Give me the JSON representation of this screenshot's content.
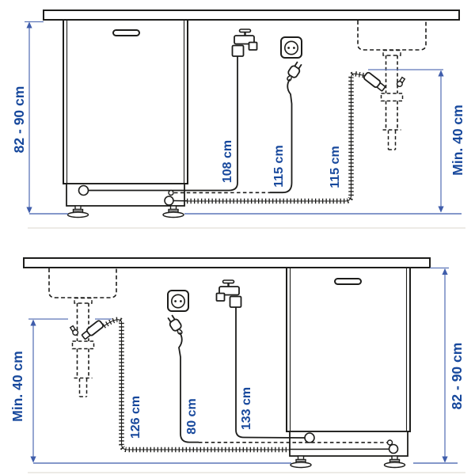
{
  "colors": {
    "line_art": "#1d1d1b",
    "dimension_text_blue": "#17489c",
    "dimension_line_blue": "#5d76b8",
    "dimension_arrow_blue": "#3f5dab",
    "floor_shadow": "#edebe6",
    "background": "#ffffff"
  },
  "icons": {
    "faucet": "faucet-icon",
    "outlet": "power-outlet-icon",
    "plug": "power-plug-icon",
    "sink": "sink-icon",
    "drain_trap": "drain-trap-icon",
    "hose_connector": "drain-hose-connector-icon",
    "hose_clamp": "hose-clamp-icon",
    "adjustable_foot": "adjustable-foot-icon",
    "dishwasher_handle": "door-handle-icon"
  },
  "diagrams": {
    "top": {
      "labels": {
        "cabinet_height": "82 - 90 cm",
        "water_hose": "108 cm",
        "power_cord": "115 cm",
        "drain_hose": "115 cm",
        "drain_min_height": "Min. 40 cm"
      }
    },
    "bottom": {
      "labels": {
        "drain_min_height": "Min. 40 cm",
        "drain_hose": "126 cm",
        "power_cord": "80 cm",
        "water_hose": "133 cm",
        "cabinet_height": "82 - 90 cm"
      }
    }
  }
}
